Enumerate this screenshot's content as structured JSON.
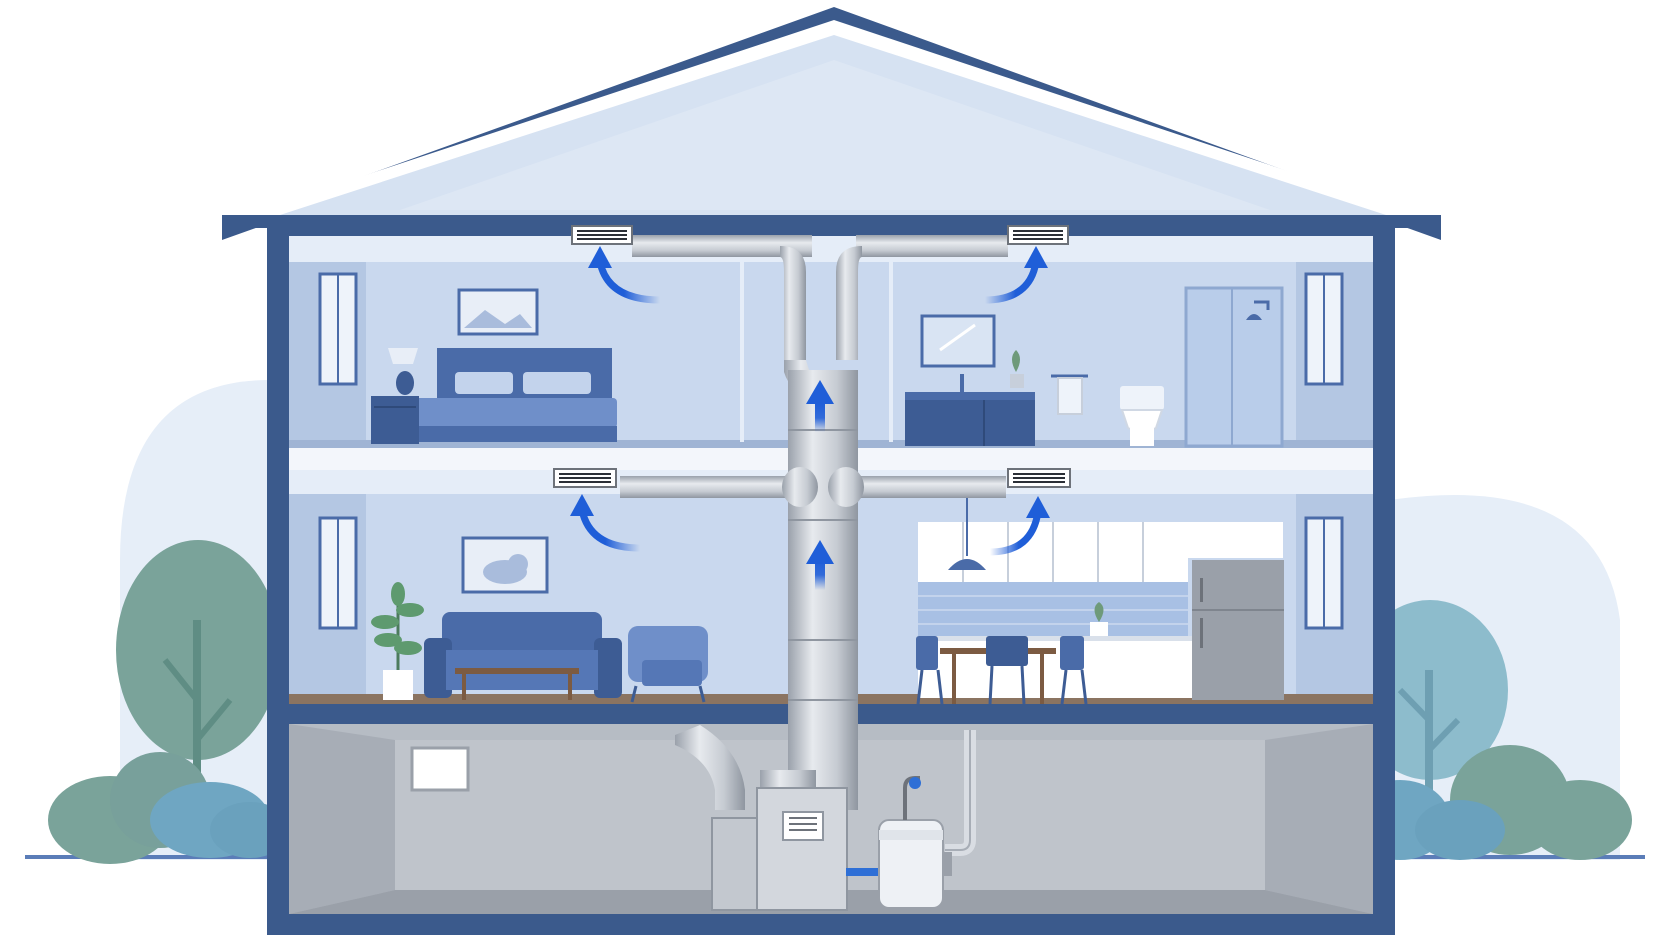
{
  "diagram": {
    "kind": "hvac-house-cutaway",
    "colors": {
      "house_frame": "#3b5a8c",
      "room_wall": "#c9d8ee",
      "room_side_wall": "#b4c7e3",
      "attic": "#d6e2f2",
      "basement": "#b6bcc4",
      "duct": "#c3c8cf",
      "airflow_arrow": "#1f5ed8",
      "furniture": "#4a6ba8",
      "tree_green": "#7aa39a",
      "tree_blue": "#6fa6c2"
    },
    "floors": [
      {
        "level": "upper",
        "rooms": [
          {
            "name": "bedroom",
            "vent": "ceiling-supply-vent",
            "airflow": "up"
          },
          {
            "name": "bathroom",
            "vent": "ceiling-supply-vent",
            "airflow": "up"
          }
        ]
      },
      {
        "level": "main",
        "rooms": [
          {
            "name": "living-room",
            "vent": "ceiling-supply-vent",
            "airflow": "up"
          },
          {
            "name": "kitchen-dining",
            "vent": "ceiling-supply-vent",
            "airflow": "up"
          }
        ]
      },
      {
        "level": "basement",
        "equipment": [
          "furnace",
          "water-heater"
        ]
      }
    ],
    "icons": [
      "furnace-icon",
      "water-heater-icon",
      "airflow-arrow-icon",
      "vent-icon",
      "tree-icon",
      "bush-icon"
    ]
  }
}
